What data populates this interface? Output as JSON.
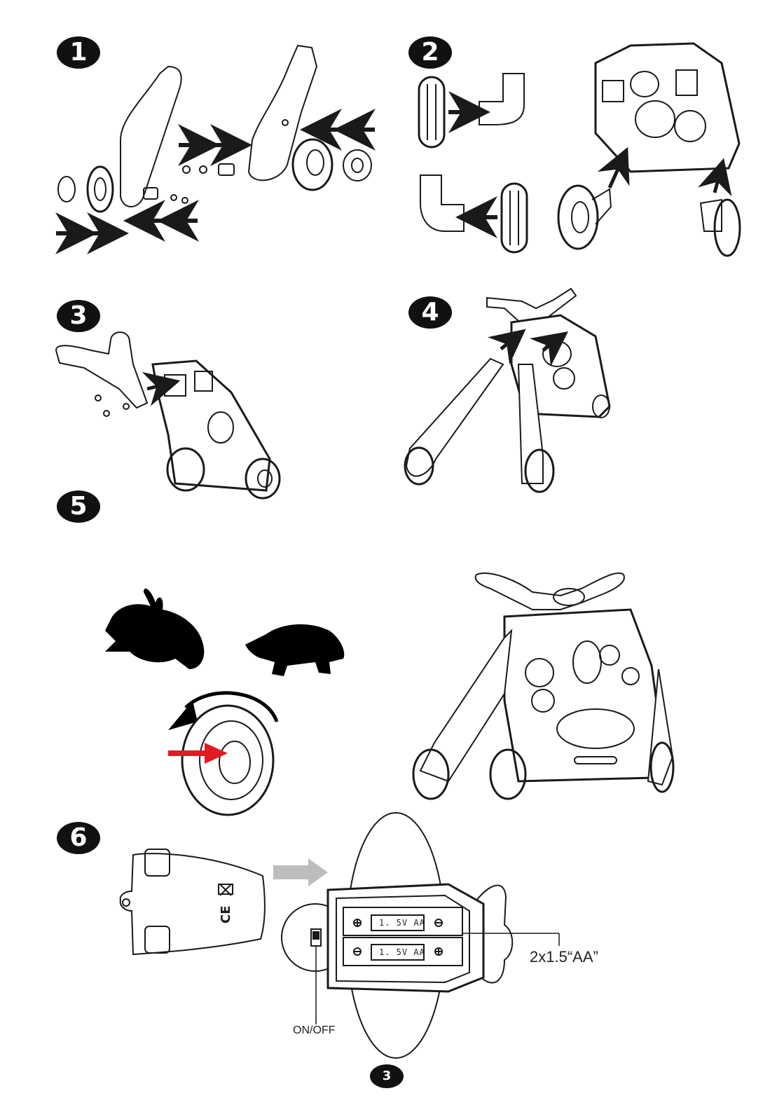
{
  "steps": [
    "1",
    "2",
    "3",
    "4",
    "5",
    "6"
  ],
  "battery": {
    "cell_label_1": "1. 5V AA",
    "cell_label_2": "1. 5V AA",
    "spec": "2x1.5“AA”",
    "switch_label": "ON/OFF"
  },
  "page_number": "3",
  "colors": {
    "line": "#1a1a1a",
    "red_arrow": "#e11b22",
    "gray_arrow": "#bdbdbd"
  }
}
